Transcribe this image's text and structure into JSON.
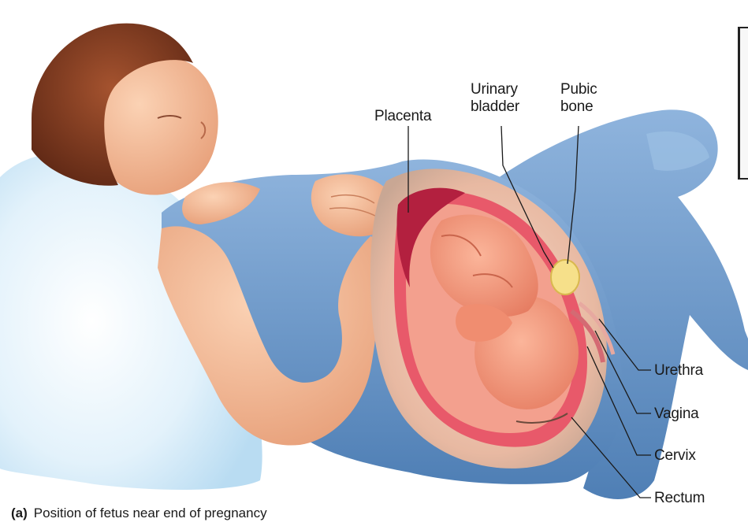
{
  "figure": {
    "labels": {
      "placenta": "Placenta",
      "urinary_bladder_line1": "Urinary",
      "urinary_bladder_line2": "bladder",
      "pubic_bone_line1": "Pubic",
      "pubic_bone_line2": "bone",
      "urethra": "Urethra",
      "vagina": "Vagina",
      "cervix": "Cervix",
      "rectum": "Rectum"
    },
    "caption": {
      "letter": "(a)",
      "text": "Position of fetus near end of pregnancy"
    }
  },
  "colors": {
    "skin": "#f2b48f",
    "hair": "#7b3a22",
    "garment": "#6f9bc9",
    "pillow": "#dceefa",
    "uterus": "#e8596a",
    "fetus": "#f59a7a",
    "label_text": "#1a1a1a"
  }
}
